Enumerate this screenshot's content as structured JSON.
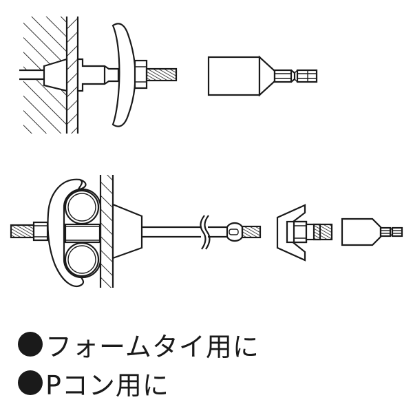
{
  "diagram": {
    "title": "Socket usage illustration",
    "panels": [
      {
        "id": "form-tie",
        "parts": [
          "concrete-wall-hatched",
          "formwork-panel",
          "cone",
          "form-tie-rod",
          "round-washer",
          "hex-nut",
          "threaded-bolt",
          "socket-bit"
        ]
      },
      {
        "id": "p-con",
        "parts": [
          "threaded-bolt",
          "hex-nut",
          "separator-clamp",
          "twin-pipes",
          "formwork-panel",
          "p-cone",
          "separator-rod",
          "break-mark",
          "threaded-end",
          "wing-holder",
          "hex-bolt",
          "socket-bit"
        ]
      }
    ],
    "line_color": "#1a1a1a",
    "background": "#ffffff"
  },
  "legend": {
    "items": [
      {
        "bullet": "●",
        "label": "フォームタイ用に"
      },
      {
        "bullet": "●",
        "label": "Pコン用に"
      }
    ]
  }
}
